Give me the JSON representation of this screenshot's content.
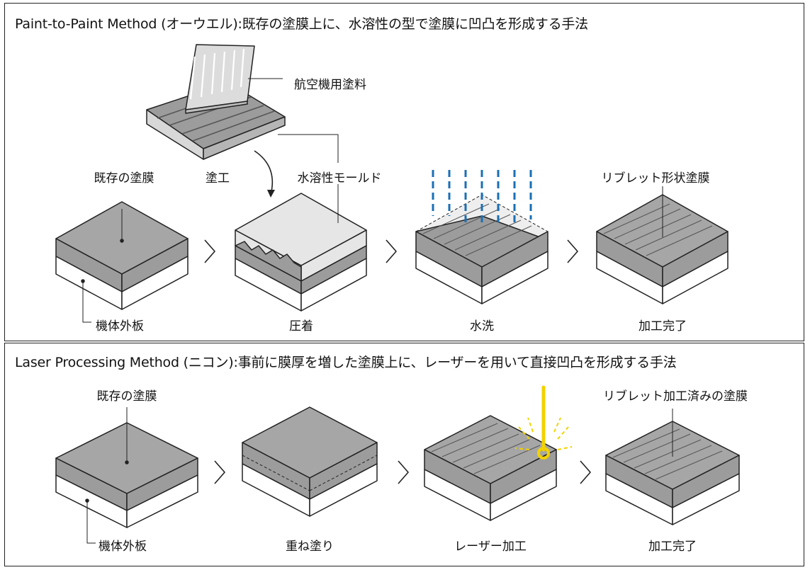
{
  "top": {
    "title": "Paint-to-Paint Method (オーウエル):既存の塗膜上に、水溶性の型で塗膜に凹凸を形成する手法",
    "labels": {
      "aircraft_paint": "航空機用塗料",
      "existing_coating": "既存の塗膜",
      "coating_apply": "塗工",
      "water_mold": "水溶性モールド",
      "riblet_coating": "リブレット形状塗膜",
      "airframe_plate": "機体外板",
      "press": "圧着",
      "wash": "水洗",
      "done": "加工完了"
    }
  },
  "bottom": {
    "title": "Laser Processing Method (ニコン):事前に膜厚を増した塗膜上に、レーザーを用いて直接凹凸を形成する手法",
    "labels": {
      "existing_coating": "既存の塗膜",
      "riblet_done_coating": "リブレット加工済みの塗膜",
      "airframe_plate": "機体外板",
      "recoat": "重ね塗り",
      "laser": "レーザー加工",
      "done": "加工完了"
    }
  },
  "colors": {
    "coating": "#9c9c9c",
    "coating_top": "#a8a8a8",
    "mold": "#e6e6e6",
    "base": "#ffffff",
    "water": "#1a6fb5",
    "laser": "#f2d200",
    "stroke": "#222222"
  }
}
